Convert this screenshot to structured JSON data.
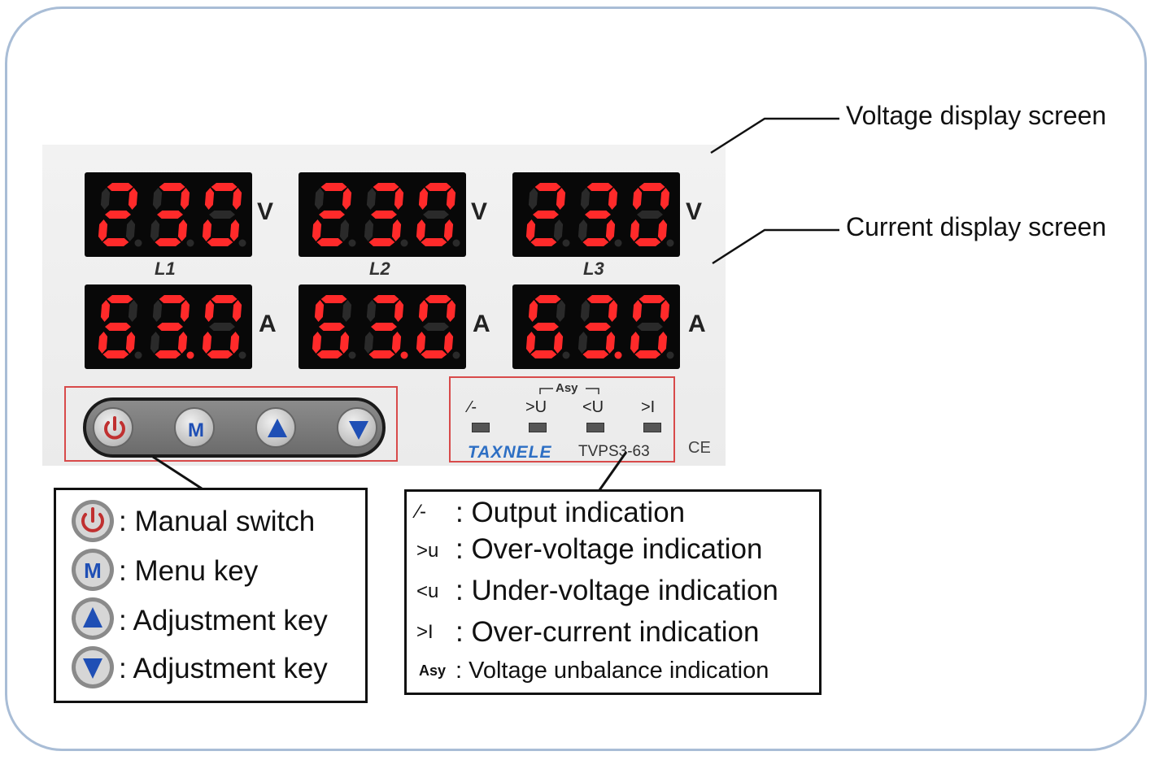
{
  "callouts": {
    "voltage_screen": "Voltage display screen",
    "current_screen": "Current display screen"
  },
  "displays": {
    "voltage": [
      {
        "phase": "L1",
        "digits": [
          "2",
          "3",
          "0"
        ],
        "unit": "V"
      },
      {
        "phase": "L2",
        "digits": [
          "2",
          "3",
          "0"
        ],
        "unit": "V"
      },
      {
        "phase": "L3",
        "digits": [
          "2",
          "3",
          "0"
        ],
        "unit": "V"
      }
    ],
    "current": [
      {
        "digits": [
          "6",
          "3.",
          "0"
        ],
        "unit": "A"
      },
      {
        "digits": [
          "6",
          "3.",
          "0"
        ],
        "unit": "A"
      },
      {
        "digits": [
          "6",
          "3.",
          "0"
        ],
        "unit": "A"
      }
    ]
  },
  "device": {
    "keys": [
      "power-icon",
      "menu-m-icon",
      "up-arrow-icon",
      "down-arrow-icon"
    ],
    "key_m_label": "M",
    "indicators": {
      "group_label": "Asy",
      "labels": [
        "⁄-",
        ">U",
        "<U",
        ">I"
      ]
    },
    "brand": "TAXNELE",
    "model": "TVPS3-63",
    "mark": "CE"
  },
  "legend_keys": {
    "rows": [
      {
        "icon": "power-icon",
        "text": ": Manual switch"
      },
      {
        "icon": "menu-m-icon",
        "text": ": Menu key"
      },
      {
        "icon": "up-arrow-icon",
        "text": ": Adjustment key"
      },
      {
        "icon": "down-arrow-icon",
        "text": ": Adjustment key"
      }
    ]
  },
  "legend_indicators": {
    "rows": [
      {
        "symbol": "⁄-",
        "text": ": Output indication"
      },
      {
        "symbol": ">u",
        "text": ": Over-voltage indication"
      },
      {
        "symbol": "<u",
        "text": ": Under-voltage indication"
      },
      {
        "symbol": ">I",
        "text": ": Over-current indication"
      },
      {
        "symbol": "Asy",
        "text": ":  Voltage unbalance indication"
      }
    ]
  },
  "colors": {
    "segment_on": "#ff2a2a",
    "segment_off": "#2a2a2a",
    "frame": "#a9bdd6",
    "highlight_box": "#d84a4a",
    "brand": "#2d6fc4",
    "key_blue": "#1f4fb5",
    "key_red": "#c03030"
  }
}
